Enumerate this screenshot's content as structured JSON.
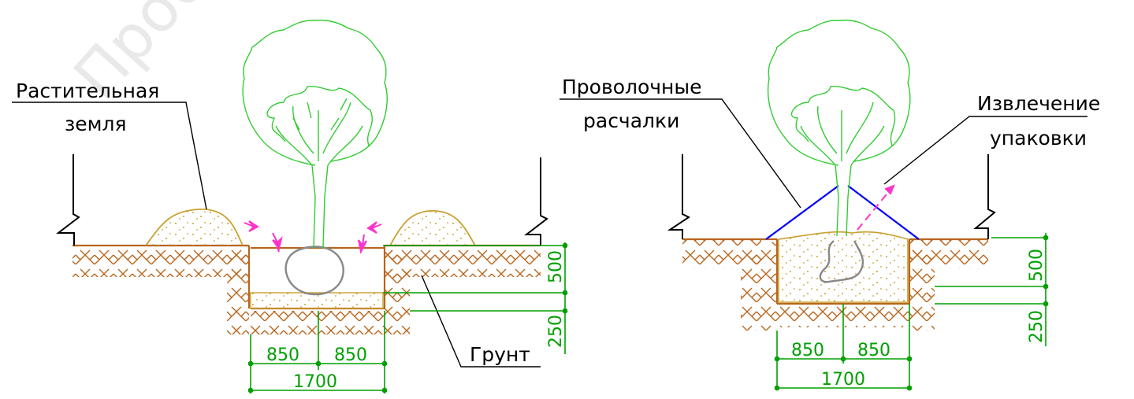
{
  "watermark": "Пробавлен",
  "left": {
    "label_topsoil": [
      "Растительная",
      "земля"
    ],
    "label_soil": "Грунт",
    "dim_depth_top": "500",
    "dim_depth_bottom": "250",
    "dim_half_left": "850",
    "dim_half_right": "850",
    "dim_total": "1700"
  },
  "right": {
    "label_wires": [
      "Проволочные",
      "расчалки"
    ],
    "label_unpack": [
      "Извлечение",
      "упаковки"
    ],
    "dim_depth_top": "500",
    "dim_depth_bottom": "250",
    "dim_half_left": "850",
    "dim_half_right": "850",
    "dim_total": "1700"
  },
  "colors": {
    "ground": "#b8651c",
    "hatch": "#b8651c",
    "soil_mound": "#c9a030",
    "tree": "#33cc33",
    "dimension": "#00a000",
    "wire": "#0000ff",
    "arrow": "#ff33cc",
    "rootball": "#888888",
    "leader": "#000000"
  }
}
